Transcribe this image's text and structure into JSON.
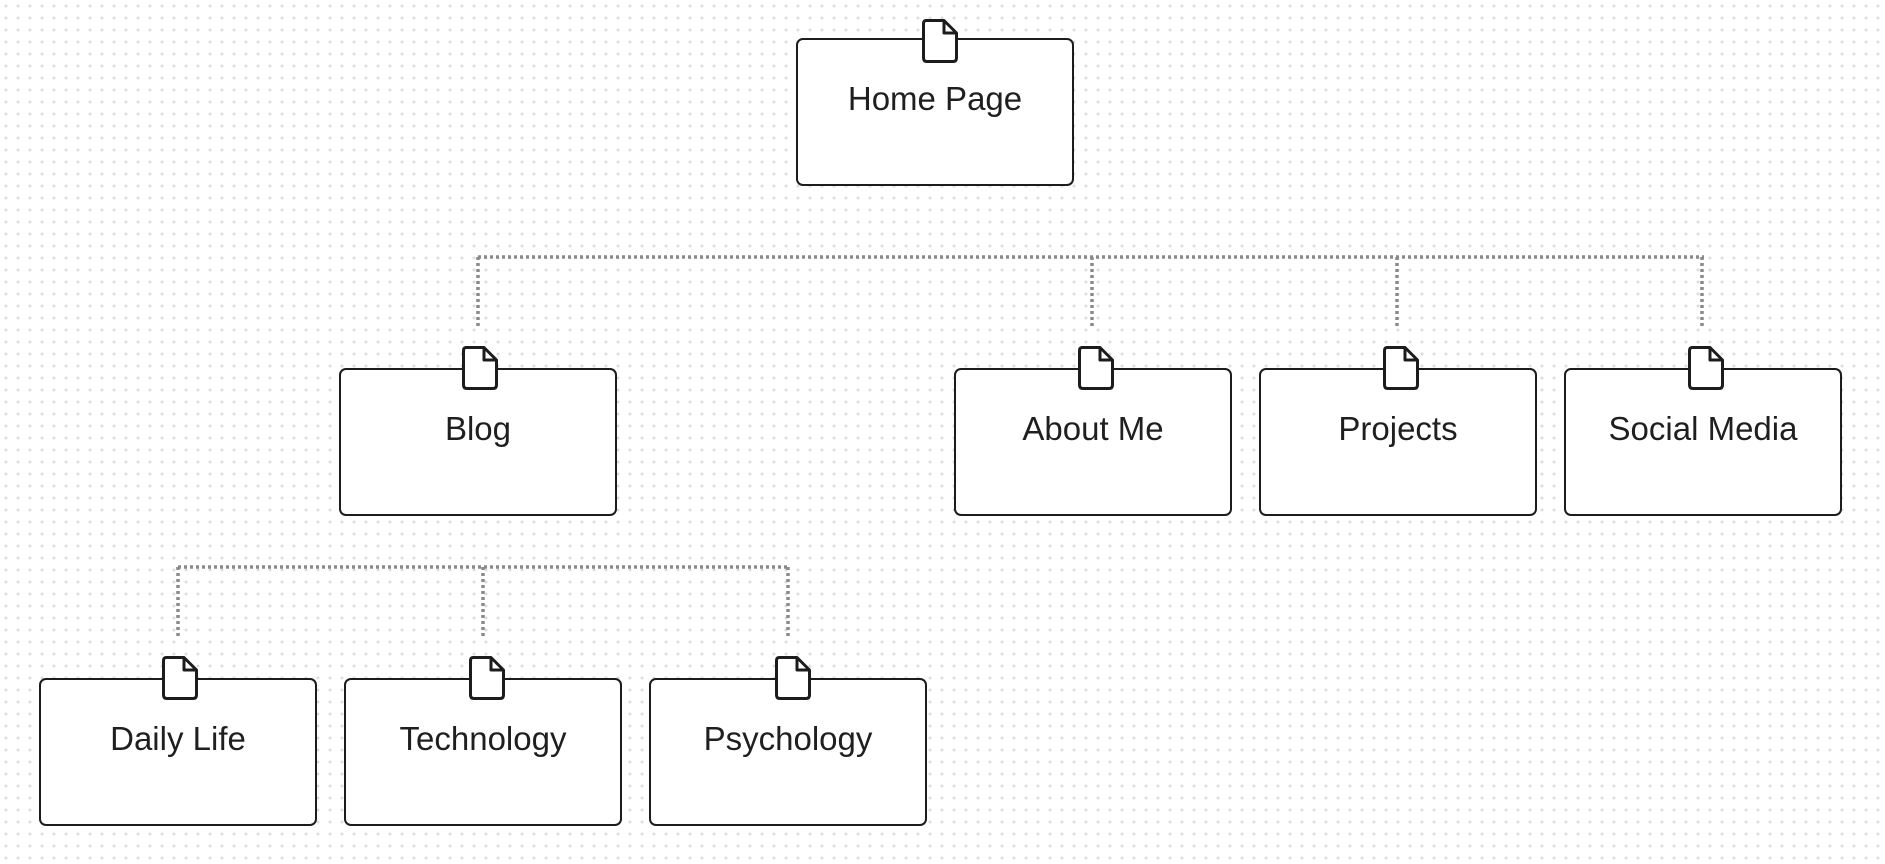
{
  "diagram": {
    "type": "sitemap",
    "colors": {
      "background": "#ffffff",
      "grid_dots": "#dcdcdc",
      "node_border": "#1c1c1c",
      "connector": "#8a8a8a",
      "text": "#1f1f1f"
    },
    "root": {
      "label": "Home Page",
      "icon": "page-icon"
    },
    "level1": [
      {
        "label": "Blog",
        "icon": "page-icon"
      },
      {
        "label": "About Me",
        "icon": "page-icon"
      },
      {
        "label": "Projects",
        "icon": "page-icon"
      },
      {
        "label": "Social Media",
        "icon": "page-icon"
      }
    ],
    "level2_blog": [
      {
        "label": "Daily Life",
        "icon": "page-icon"
      },
      {
        "label": "Technology",
        "icon": "page-icon"
      },
      {
        "label": "Psychology",
        "icon": "page-icon"
      }
    ],
    "connector_style": "dotted"
  }
}
